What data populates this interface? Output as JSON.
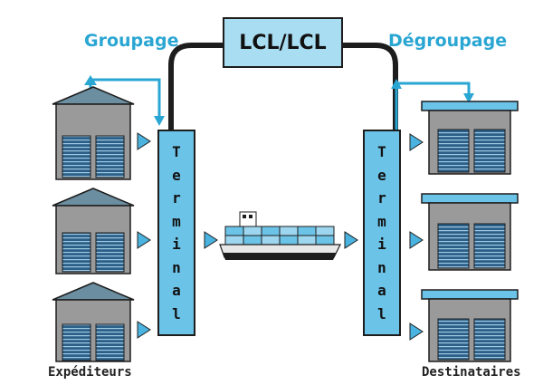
{
  "labels": {
    "groupage": "Groupage",
    "degroupage": "Dégroupage",
    "lcl": "LCL/LCL",
    "terminal": "Terminal",
    "expediteurs": "Expéditeurs",
    "destinataires": "Destinataires"
  },
  "colors": {
    "accent": "#2aa6d3",
    "terminal_fill": "#6cc3e8",
    "box_fill": "#a9ddf2",
    "warehouse_wall": "#9a9a9a",
    "warehouse_roof": "#6b8ea0",
    "door": "#2c5f87",
    "outline": "#1d1d1d"
  }
}
